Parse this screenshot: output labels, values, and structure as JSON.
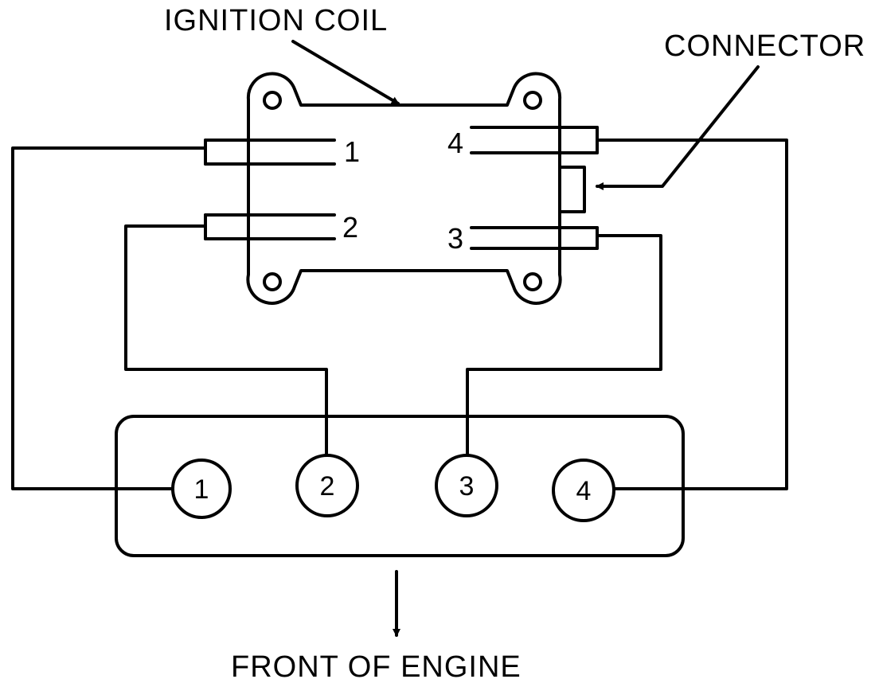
{
  "labels": {
    "ignition_coil": "IGNITION COIL",
    "connector": "CONNECTOR",
    "front_of_engine": "FRONT OF ENGINE"
  },
  "coil_terminals": [
    "1",
    "2",
    "3",
    "4"
  ],
  "cylinders": [
    "1",
    "2",
    "3",
    "4"
  ],
  "colors": {
    "line": "#000000",
    "background": "#ffffff"
  }
}
